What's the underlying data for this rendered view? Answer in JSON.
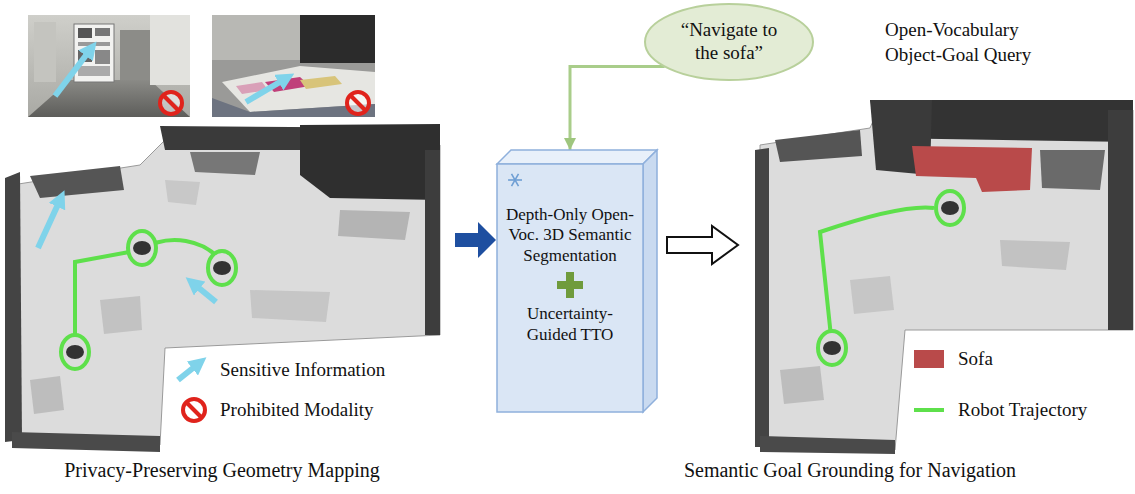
{
  "diagram": {
    "nodes": [
      {
        "text": [
          "“Navigate to the sofa”"
        ]
      },
      {
        "text": [
          "Depth-Only Open-Voc. 3D Semantic Segmentation",
          "Uncertainty-Guided TTO"
        ]
      }
    ],
    "edges": [
      {
        "from": 0,
        "to": 1,
        "arrow": "to"
      }
    ],
    "labels": [
      "Open-Vocabulary Object-Goal Query",
      "Privacy-Preserving Geometry Mapping",
      "Semantic Goal Grounding for Navigation"
    ],
    "legend": [
      {
        "text": "Sensitive Information"
      },
      {
        "text": "Prohibited Modality"
      },
      {
        "text": "Sofa",
        "color": "#b94a4a"
      },
      {
        "text": "Robot Trajectory"
      }
    ]
  }
}
